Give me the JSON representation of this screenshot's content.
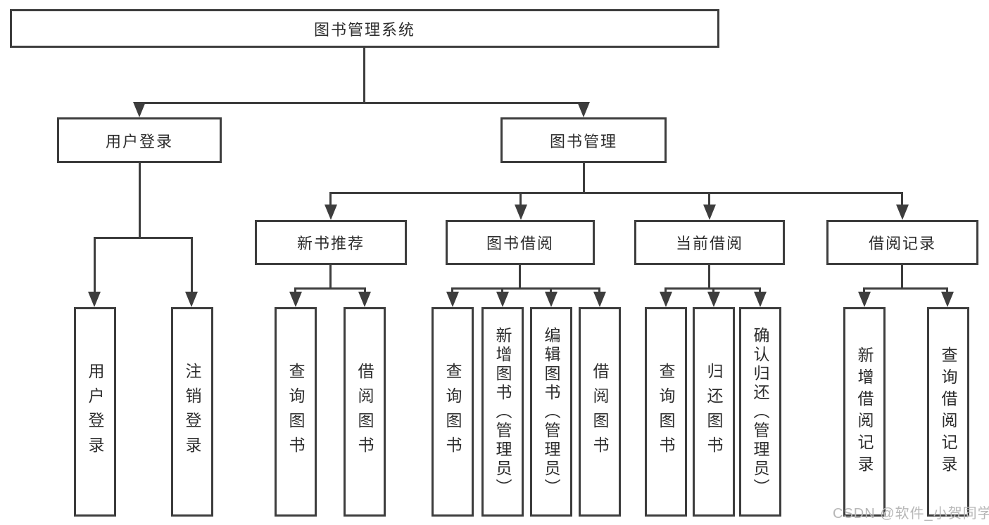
{
  "diagram": {
    "type": "tree",
    "root": {
      "label": "图书管理系统"
    },
    "branches": [
      {
        "label": "用户登录",
        "children": [
          {
            "label": "用户登录"
          },
          {
            "label": "注销登录"
          }
        ]
      },
      {
        "label": "图书管理",
        "children": [
          {
            "label": "新书推荐",
            "children": [
              {
                "label": "查询图书"
              },
              {
                "label": "借阅图书"
              }
            ]
          },
          {
            "label": "图书借阅",
            "children": [
              {
                "label": "查询图书"
              },
              {
                "label": "新增图书（管理员）"
              },
              {
                "label": "编辑图书（管理员）"
              },
              {
                "label": "借阅图书"
              }
            ]
          },
          {
            "label": "当前借阅",
            "children": [
              {
                "label": "查询图书"
              },
              {
                "label": "归还图书"
              },
              {
                "label": "确认归还（管理员）"
              }
            ]
          },
          {
            "label": "借阅记录",
            "children": [
              {
                "label": "新增借阅记录"
              },
              {
                "label": "查询借阅记录"
              }
            ]
          }
        ]
      }
    ]
  },
  "watermark": {
    "text": "CSDN @软件_小贺同学"
  },
  "colors": {
    "line": "#3d3d3d",
    "text": "#2d2d2d",
    "watermark": "#b7b7b7",
    "bg": "#ffffff"
  }
}
